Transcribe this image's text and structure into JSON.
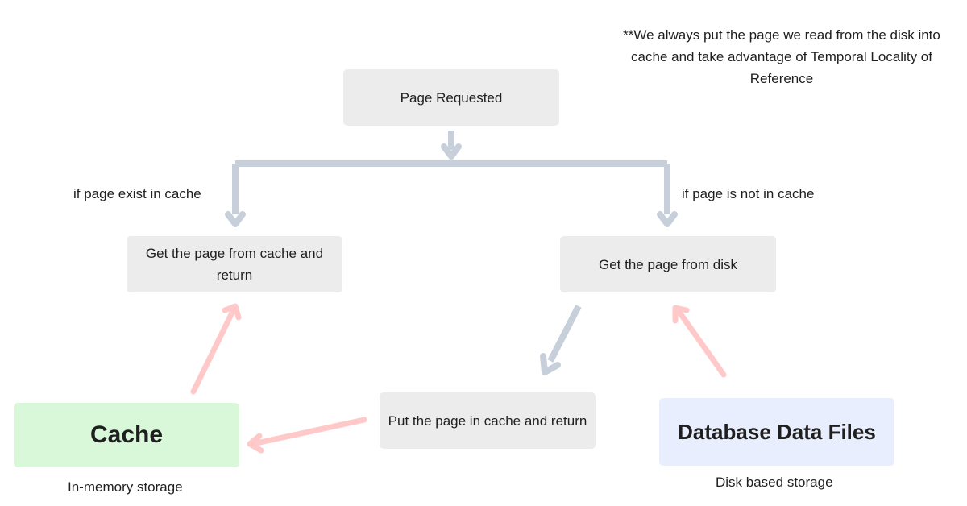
{
  "note": "**We always put the page we read from the disk into cache and take advantage of Temporal Locality of Reference",
  "nodes": {
    "page_requested": "Page Requested",
    "get_from_cache": "Get the page from cache and return",
    "get_from_disk": "Get the page from disk",
    "put_in_cache": "Put the page in cache and return",
    "cache": "Cache",
    "database": "Database Data Files"
  },
  "edge_labels": {
    "hit": "if page exist in cache",
    "miss": "if page is not in cache"
  },
  "captions": {
    "cache": "In-memory storage",
    "database": "Disk based storage"
  },
  "colors": {
    "flow_arrow": "#c6cfda",
    "data_arrow": "#ffc9c9",
    "process_box": "#ececec",
    "cache_box": "#d8f8d9",
    "database_box": "#e8eefd"
  }
}
